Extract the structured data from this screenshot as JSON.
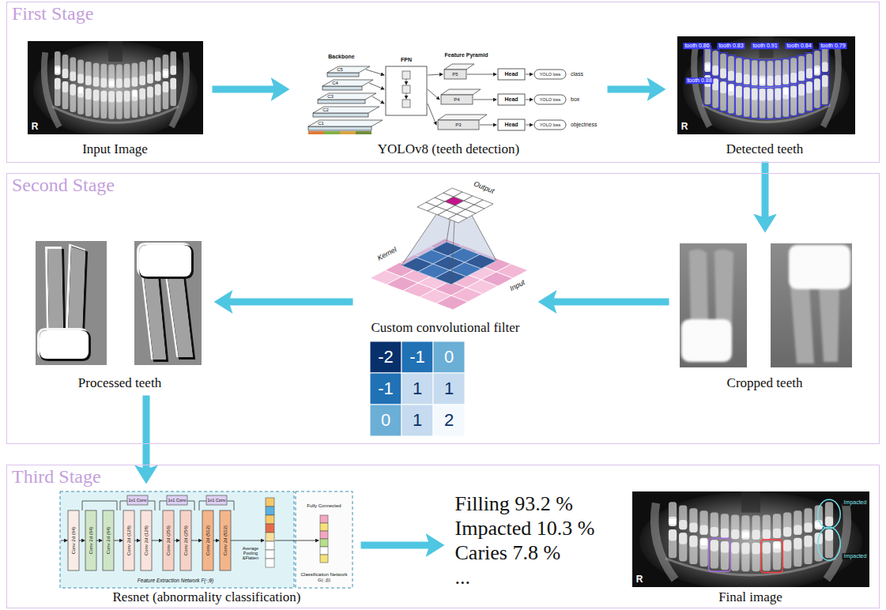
{
  "diagram": {
    "nodes": [
      {
        "text": [
          "First Stage"
        ]
      },
      {
        "text": [
          "Input Image"
        ],
        "in": 0
      },
      {
        "text": [
          "YOLOv8 (teeth detection)"
        ],
        "in": 0
      },
      {
        "text": [
          "Detected teeth"
        ],
        "in": 0
      },
      {
        "text": [
          "Second Stage"
        ]
      },
      {
        "text": [
          "Processed teeth"
        ],
        "in": 4
      },
      {
        "text": [
          "Custom convolutional filter"
        ],
        "in": 4
      },
      {
        "text": [
          "Cropped teeth"
        ],
        "in": 4
      },
      {
        "text": [
          "Third Stage"
        ]
      },
      {
        "text": [
          "Resnet (abnormality classification)"
        ],
        "in": 8
      },
      {
        "text": [
          "Filling 93.2 %",
          "Impacted 10.3 %",
          "Caries 7.8 %",
          "..."
        ],
        "in": 8
      },
      {
        "text": [
          "Final image"
        ],
        "in": 8
      }
    ],
    "edges": [
      {
        "from": 1,
        "to": 2,
        "arrow": "to"
      },
      {
        "from": 2,
        "to": 3,
        "arrow": "to"
      },
      {
        "from": 3,
        "to": 7,
        "arrow": "to"
      },
      {
        "from": 7,
        "to": 6,
        "arrow": "to"
      },
      {
        "from": 6,
        "to": 5,
        "arrow": "to"
      },
      {
        "from": 5,
        "to": 9,
        "arrow": "to"
      },
      {
        "from": 9,
        "to": 10,
        "arrow": "to"
      }
    ],
    "labels": [
      "R",
      "Backbone",
      "C5",
      "C4",
      "C3",
      "C2",
      "C1",
      "FPN",
      "Feature Pyramid",
      "P5",
      "P4",
      "P3",
      "Head",
      "YOLO loss",
      "class",
      "Head",
      "YOLO loss",
      "box",
      "Head",
      "YOLO loss",
      "objectness",
      "tooth 0.86",
      "tooth 0.83",
      "tooth 0.91",
      "tooth 0.84",
      "tooth 0.79",
      "tooth 0.88",
      "R",
      "Output",
      "Kernel",
      "Input",
      "-2",
      "-1",
      "0",
      "-1",
      "1",
      "1",
      "0",
      "1",
      "2",
      "Conv 2d (64)",
      "Conv 2d (64)",
      "Conv 2d (64)",
      "Conv 2d (128)",
      "Conv 2d (128)",
      "Conv 2d (256)",
      "Conv 2d (256)",
      "Conv 2d (512)",
      "Conv 2d (512)",
      "1x1 Conv",
      "1x1 Conv",
      "1x1 Conv",
      "Average Pooling &Flatten",
      "Fully Connected",
      "Feature Extraction Network F(·;θ)",
      "Classification Network G(·;β)",
      "Impacted",
      "Impacted",
      "R"
    ]
  }
}
